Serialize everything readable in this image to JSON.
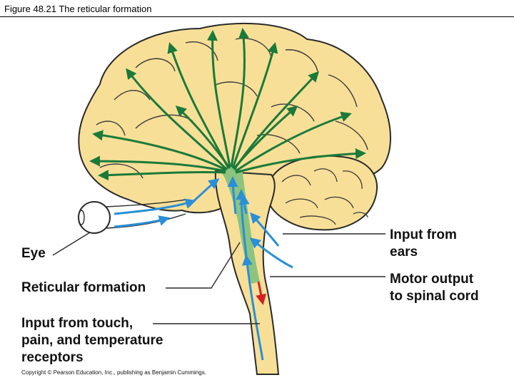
{
  "header": {
    "title": "Figure 48.21  The reticular formation"
  },
  "labels": {
    "eye": "Eye",
    "reticular": "Reticular formation",
    "touch_line1": "Input from touch,",
    "touch_line2": "pain, and temperature",
    "touch_line3": "receptors",
    "ears_line1": "Input from",
    "ears_line2": "ears",
    "motor_line1": "Motor output",
    "motor_line2": "to spinal cord"
  },
  "copyright": "Copyright © Pearson Education, Inc., publishing as Benjamin Cummings.",
  "colors": {
    "brain_fill": "#f8df97",
    "outline": "#2a2a2a",
    "reticular_fill": "#8cc37f",
    "arrow_green": "#1a7a3a",
    "arrow_blue": "#2a8fd6",
    "arrow_red": "#d42020"
  }
}
